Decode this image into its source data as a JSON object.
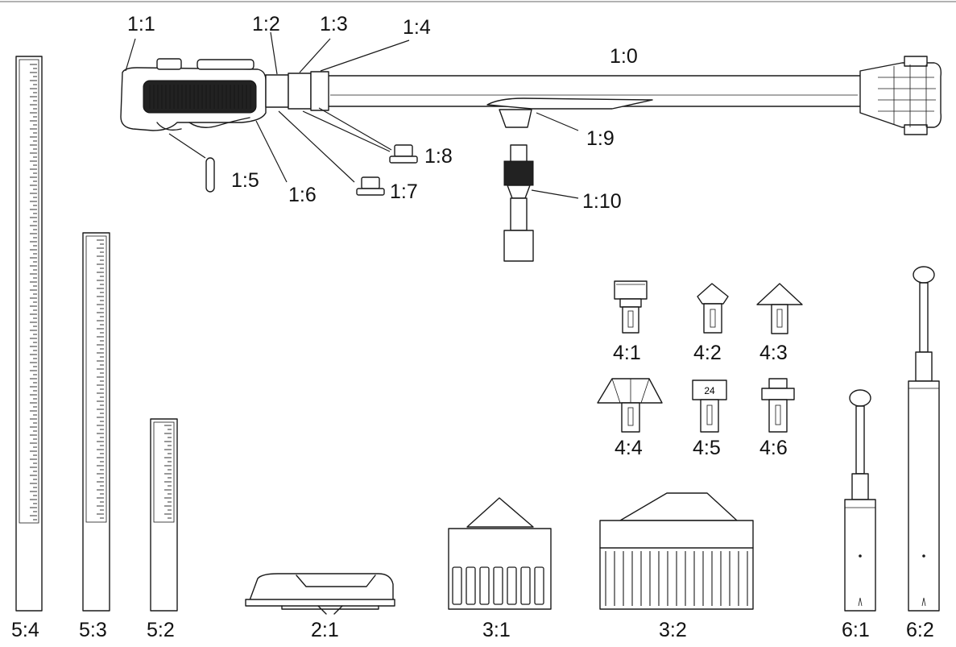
{
  "colors": {
    "line": "#1a1a1a",
    "background": "#ffffff",
    "dark_fill": "#222222"
  },
  "labels": {
    "l1_0": "1:0",
    "l1_1": "1:1",
    "l1_2": "1:2",
    "l1_3": "1:3",
    "l1_4": "1:4",
    "l1_5": "1:5",
    "l1_6": "1:6",
    "l1_7": "1:7",
    "l1_8": "1:8",
    "l1_9": "1:9",
    "l1_10": "1:10",
    "l2_1": "2:1",
    "l3_1": "3:1",
    "l3_2": "3:2",
    "l4_1": "4:1",
    "l4_2": "4:2",
    "l4_3": "4:3",
    "l4_4": "4:4",
    "l4_5": "4:5",
    "l4_6": "4:6",
    "l5_2": "5:2",
    "l5_3": "5:3",
    "l5_4": "5:4",
    "l6_1": "6:1",
    "l6_2": "6:2"
  },
  "adapter_4_5_marking": "24"
}
